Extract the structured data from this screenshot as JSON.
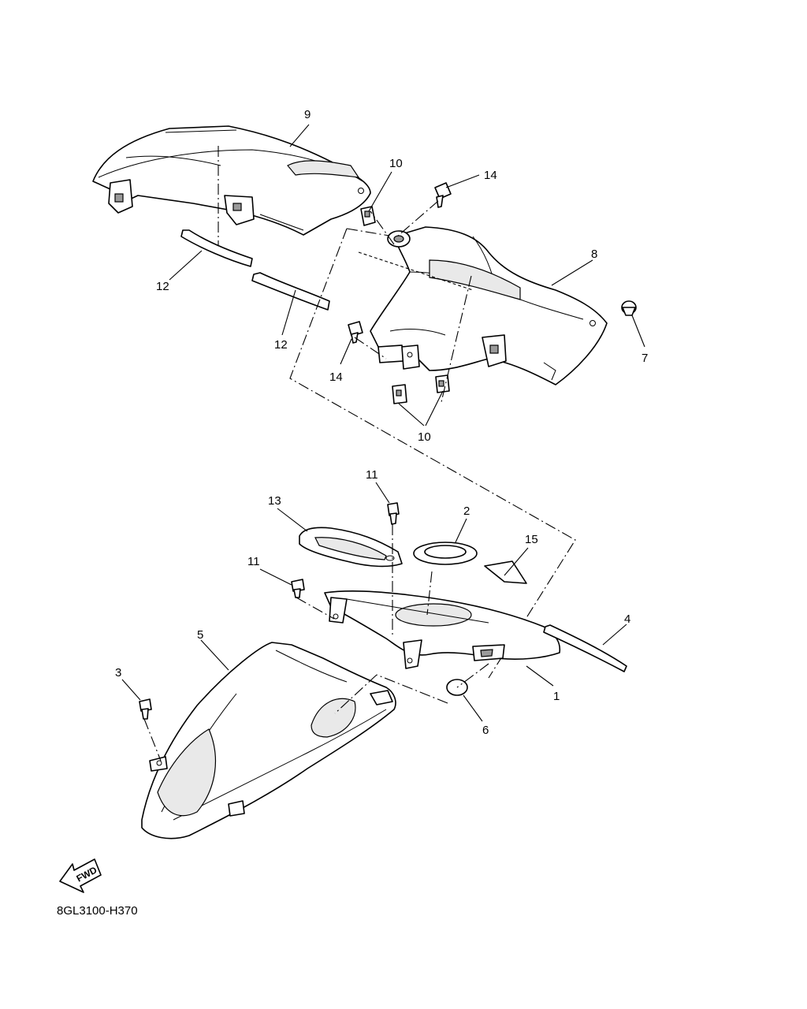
{
  "diagram": {
    "drawing_code": "8GL3100-H370",
    "fwd_label": "FWD",
    "callouts": {
      "c1": "1",
      "c2": "2",
      "c3": "3",
      "c4": "4",
      "c5": "5",
      "c6": "6",
      "c7": "7",
      "c8": "8",
      "c9": "9",
      "c10a": "10",
      "c10b": "10",
      "c11a": "11",
      "c11b": "11",
      "c12a": "12",
      "c12b": "12",
      "c13": "13",
      "c14a": "14",
      "c14b": "14",
      "c15": "15"
    }
  }
}
